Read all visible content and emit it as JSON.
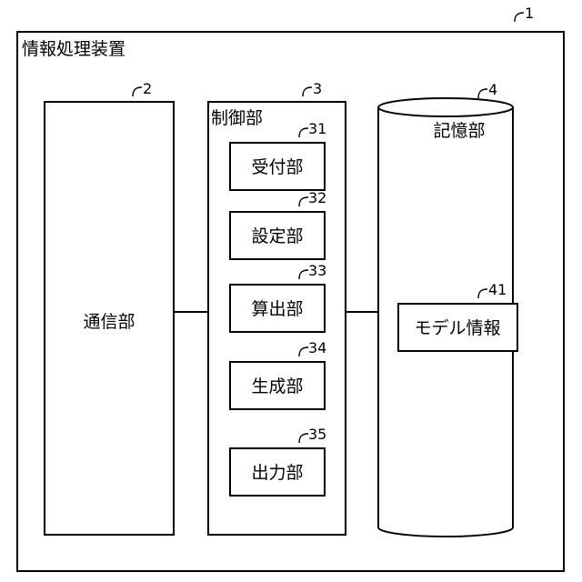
{
  "device": {
    "label": "情報処理装置",
    "ref": "1"
  },
  "communication": {
    "label": "通信部",
    "ref": "2"
  },
  "control": {
    "label": "制御部",
    "ref": "3",
    "units": [
      {
        "label": "受付部",
        "ref": "31"
      },
      {
        "label": "設定部",
        "ref": "32"
      },
      {
        "label": "算出部",
        "ref": "33"
      },
      {
        "label": "生成部",
        "ref": "34"
      },
      {
        "label": "出力部",
        "ref": "35"
      }
    ]
  },
  "storage": {
    "label": "記憶部",
    "ref": "4",
    "items": [
      {
        "label": "モデル情報",
        "ref": "41"
      }
    ]
  }
}
